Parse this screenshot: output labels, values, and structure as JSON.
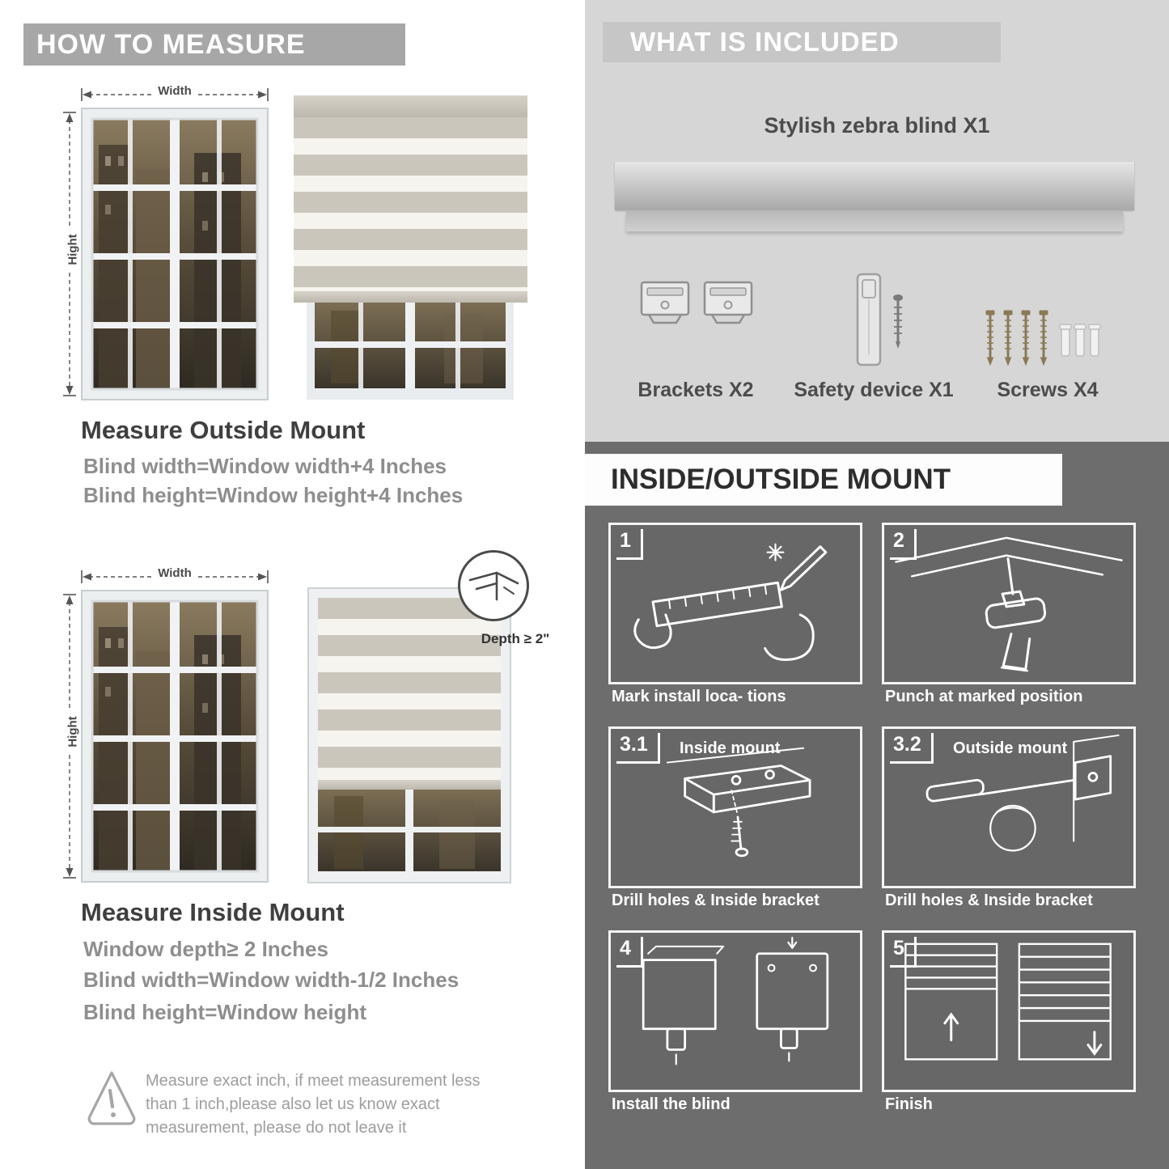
{
  "colors": {
    "header_band": "#a7a7a7",
    "included_bg": "#d6d6d6",
    "included_band": "#c6c6c6",
    "mount_bg": "#6d6d6d",
    "heading_text": "#3f3f3f",
    "sub_text": "#8e8e8e",
    "blind_stripe": "#cbc6bc"
  },
  "measure": {
    "header": "HOW TO MEASURE",
    "width_label": "Width",
    "height_label": "Hight",
    "outside": {
      "title": "Measure Outside Mount",
      "line1": "Blind width=Window width+4 Inches",
      "line2": "Blind height=Window height+4 Inches"
    },
    "inside": {
      "depth_callout": "Depth ≥ 2\"",
      "title": "Measure Inside Mount",
      "line1": "Window depth≥ 2 Inches",
      "line2": "Blind width=Window width-1/2 Inches",
      "line3": "Blind height=Window height"
    },
    "warning_icon": "warning-triangle-icon",
    "warning": "Measure exact inch, if meet measurement less than 1 inch,please also let us know exact measurement, please do not leave it"
  },
  "included": {
    "header": "WHAT IS INCLUDED",
    "product": "Stylish zebra blind X1",
    "items": [
      {
        "icon": "brackets-icon",
        "label": "Brackets X2"
      },
      {
        "icon": "safety-device-icon",
        "label": "Safety device X1"
      },
      {
        "icon": "screws-icon",
        "label": "Screws X4"
      }
    ]
  },
  "mount": {
    "header": "INSIDE/OUTSIDE MOUNT",
    "steps": [
      {
        "num": "1",
        "caption": "Mark install loca- tions"
      },
      {
        "num": "2",
        "caption": "Punch at  marked position"
      },
      {
        "num": "3.1",
        "label": "Inside mount",
        "caption": "Drill holes &  Inside bracket"
      },
      {
        "num": "3.2",
        "label": "Outside mount",
        "caption": "Drill holes &  Inside bracket"
      },
      {
        "num": "4",
        "caption": "Install the blind"
      },
      {
        "num": "5",
        "caption": "Finish"
      }
    ]
  }
}
